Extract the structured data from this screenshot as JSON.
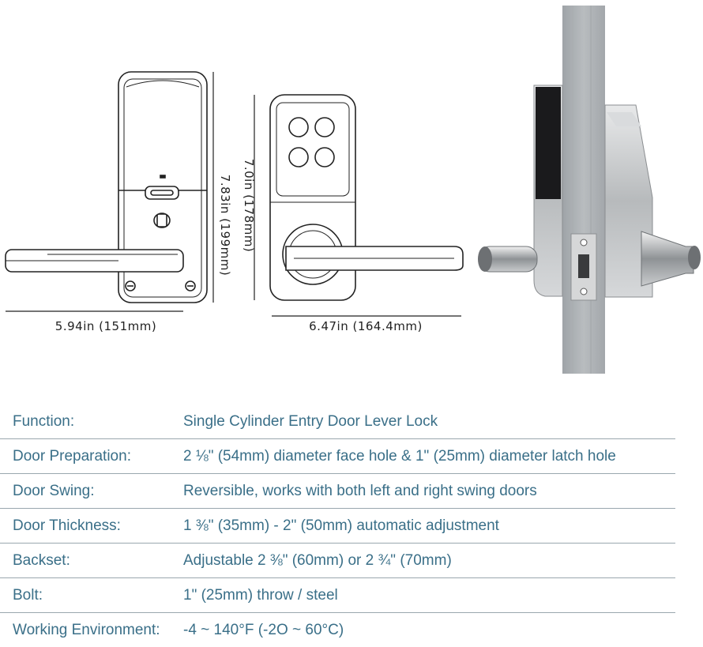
{
  "dimensions": {
    "rear_width": "5.94in (151mm)",
    "rear_height": "7.83in (199mm)",
    "front_height": "7.0in (178mm)",
    "front_width": "6.47in (164.4mm)"
  },
  "specs": [
    {
      "label": "Function:",
      "value": "Single Cylinder Entry Door Lever Lock"
    },
    {
      "label": "Door Preparation:",
      "value": "2 ⅛\" (54mm) diameter face hole & 1\" (25mm) diameter latch hole"
    },
    {
      "label": "Door Swing:",
      "value": "Reversible, works with both left and right swing doors"
    },
    {
      "label": "Door Thickness:",
      "value": "1 ⅜\" (35mm) - 2\" (50mm) automatic adjustment"
    },
    {
      "label": "Backset:",
      "value": "Adjustable 2 ⅜\" (60mm) or 2 ¾\" (70mm)"
    },
    {
      "label": "Bolt:",
      "value": "1\" (25mm) throw / steel"
    },
    {
      "label": "Working Environment:",
      "value": "-4 ~ 140°F (-2O ~ 60°C)"
    }
  ],
  "colors": {
    "spec_text": "#3a6f88",
    "rule": "#9aa7ae"
  }
}
